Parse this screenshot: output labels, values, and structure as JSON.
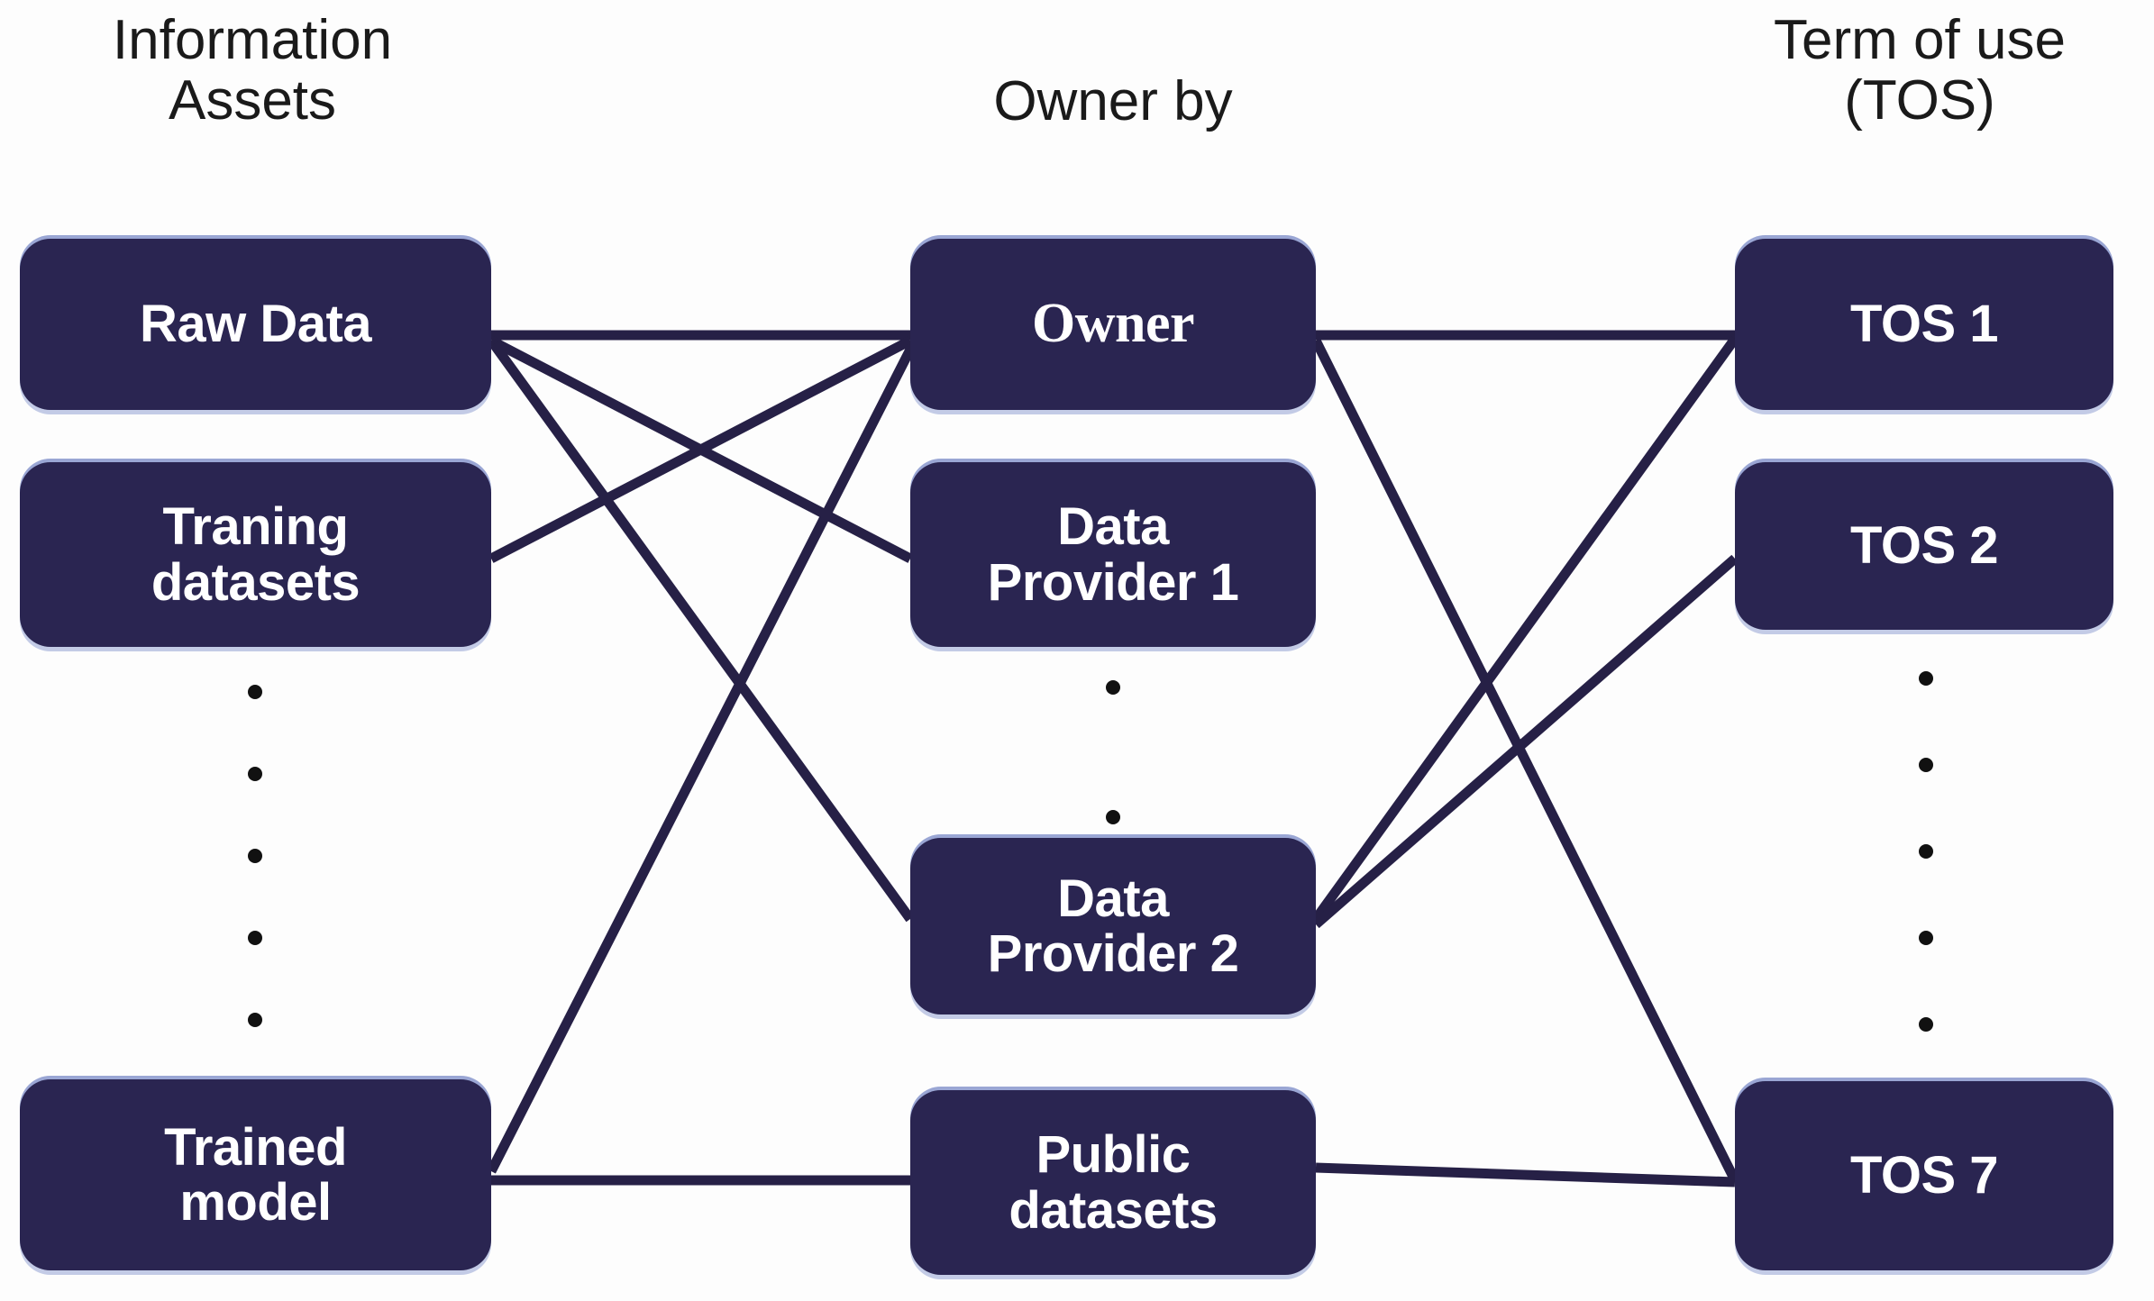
{
  "diagram": {
    "title_columns": [
      {
        "id": "information-assets",
        "label": "Information\nAssets"
      },
      {
        "id": "owner-by",
        "label": "Owner by"
      },
      {
        "id": "term-of-use",
        "label": "Term of use\n(TOS)"
      }
    ],
    "columns": {
      "left": {
        "header": "Information\nAssets",
        "nodes": [
          {
            "id": "raw-data",
            "label": "Raw Data"
          },
          {
            "id": "traning-datasets",
            "label": "Traning\ndatasets"
          },
          {
            "id": "trained-model",
            "label": "Trained\nmodel"
          }
        ],
        "ellipsis_dots": 5
      },
      "middle": {
        "header": "Owner by",
        "nodes": [
          {
            "id": "owner",
            "label": "Owner"
          },
          {
            "id": "data-provider-1",
            "label": "Data\nProvider 1"
          },
          {
            "id": "data-provider-2",
            "label": "Data\nProvider 2"
          },
          {
            "id": "public-datasets",
            "label": "Public\ndatasets"
          }
        ],
        "ellipsis_dots": 2
      },
      "right": {
        "header": "Term of use\n(TOS)",
        "nodes": [
          {
            "id": "tos-1",
            "label": "TOS 1"
          },
          {
            "id": "tos-2",
            "label": "TOS 2"
          },
          {
            "id": "tos-7",
            "label": "TOS 7"
          }
        ],
        "ellipsis_dots": 5
      }
    },
    "edges": [
      {
        "from": "raw-data",
        "to": "owner"
      },
      {
        "from": "raw-data",
        "to": "data-provider-1"
      },
      {
        "from": "raw-data",
        "to": "data-provider-2"
      },
      {
        "from": "traning-datasets",
        "to": "owner"
      },
      {
        "from": "trained-model",
        "to": "owner"
      },
      {
        "from": "trained-model",
        "to": "public-datasets"
      },
      {
        "from": "owner",
        "to": "tos-1"
      },
      {
        "from": "owner",
        "to": "tos-7"
      },
      {
        "from": "data-provider-2",
        "to": "tos-1"
      },
      {
        "from": "data-provider-2",
        "to": "tos-2"
      },
      {
        "from": "public-datasets",
        "to": "tos-7"
      }
    ],
    "colors": {
      "node_fill": "#2a2551",
      "node_text": "#ffffff",
      "edge_stroke": "#262046",
      "header_text": "#1a1a1a",
      "background": "#fdfdfd",
      "dot": "#111111"
    }
  }
}
